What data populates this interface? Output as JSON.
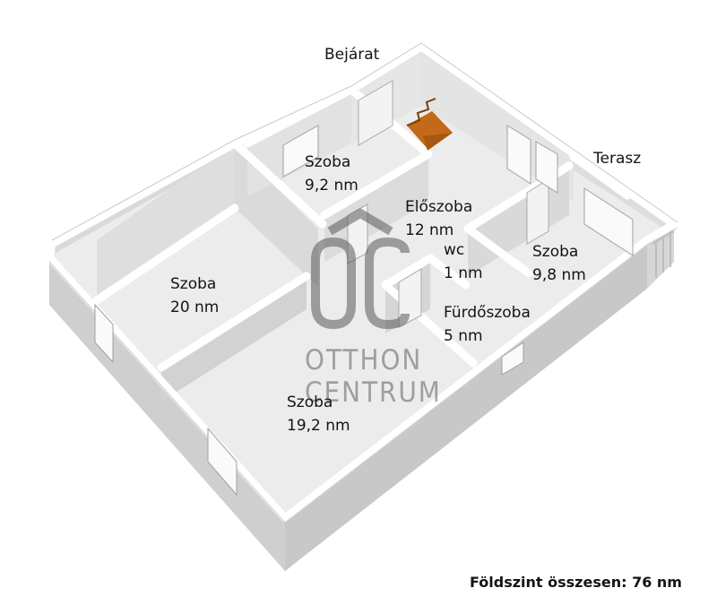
{
  "labels": {
    "entrance": "Bejárat",
    "terrace": "Terasz",
    "room_top": {
      "name": "Szoba",
      "area": "9,2 nm"
    },
    "hall": {
      "name": "Előszoba",
      "area": "12 nm"
    },
    "wc": {
      "name": "wc",
      "area": "1 nm"
    },
    "room_right": {
      "name": "Szoba",
      "area": "9,8 nm"
    },
    "room_left": {
      "name": "Szoba",
      "area": "20 nm"
    },
    "bathroom": {
      "name": "Fürdőszoba",
      "area": "5 nm"
    },
    "room_bottom": {
      "name": "Szoba",
      "area": "19,2 nm"
    }
  },
  "watermark": {
    "line1": "OTTHON",
    "line2": "CENTRUM"
  },
  "total": "Földszint összesen: 76 nm",
  "colors": {
    "floor": "#eeeeee",
    "wall_face": "#cfcfcf",
    "wall_top": "#ffffff",
    "stair": "#c26a1a"
  }
}
